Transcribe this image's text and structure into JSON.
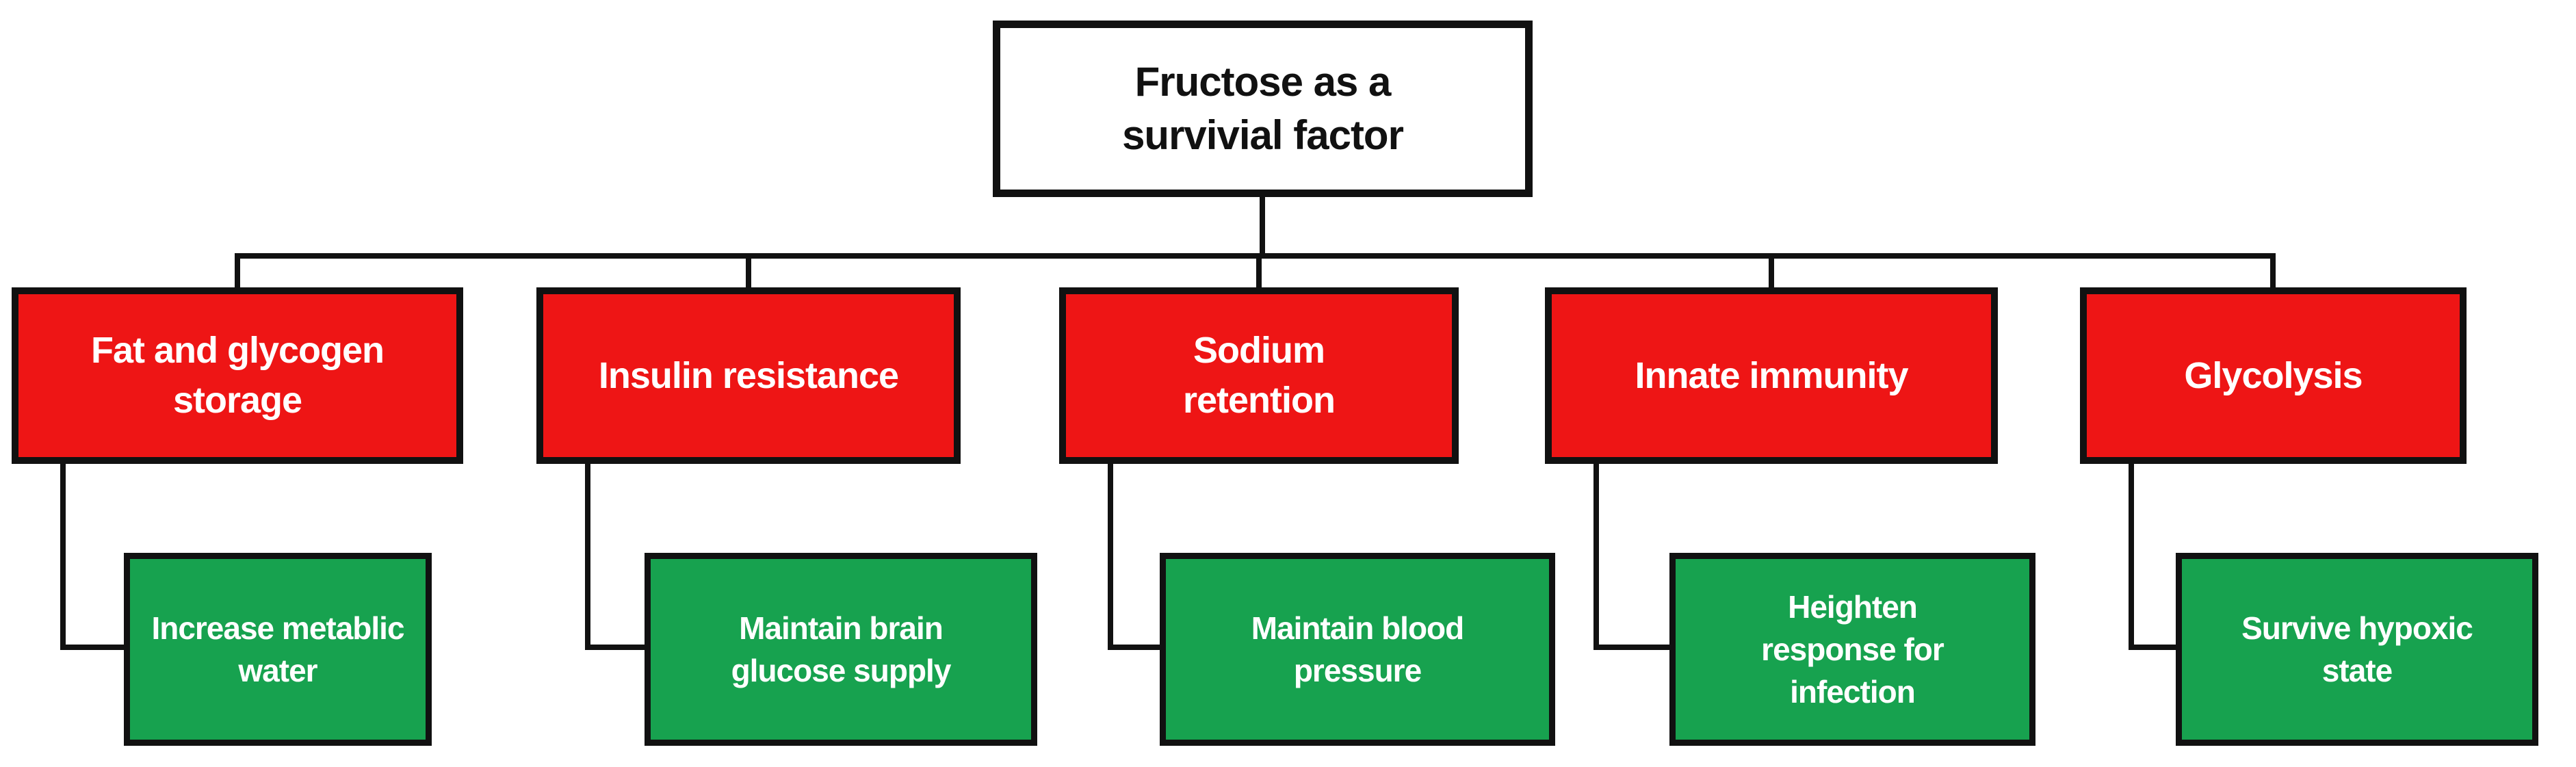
{
  "diagram": {
    "root_label": "Fructose as a survivial factor",
    "branches": [
      {
        "cause": "Fat and glycogen storage",
        "effect": "Increase metablic water"
      },
      {
        "cause": "Insulin resistance",
        "effect": "Maintain brain glucose supply"
      },
      {
        "cause": "Sodium retention",
        "effect": "Maintain blood pressure"
      },
      {
        "cause": "Innate immunity",
        "effect": "Heighten response for infection"
      },
      {
        "cause": "Glycolysis",
        "effect": "Survive hypoxic state"
      }
    ],
    "colors": {
      "root_fill": "#ffffff",
      "root_text": "#111111",
      "cause_fill": "#ee1515",
      "effect_fill": "#17a24f",
      "node_text": "#ffffff",
      "line": "#111111"
    }
  }
}
